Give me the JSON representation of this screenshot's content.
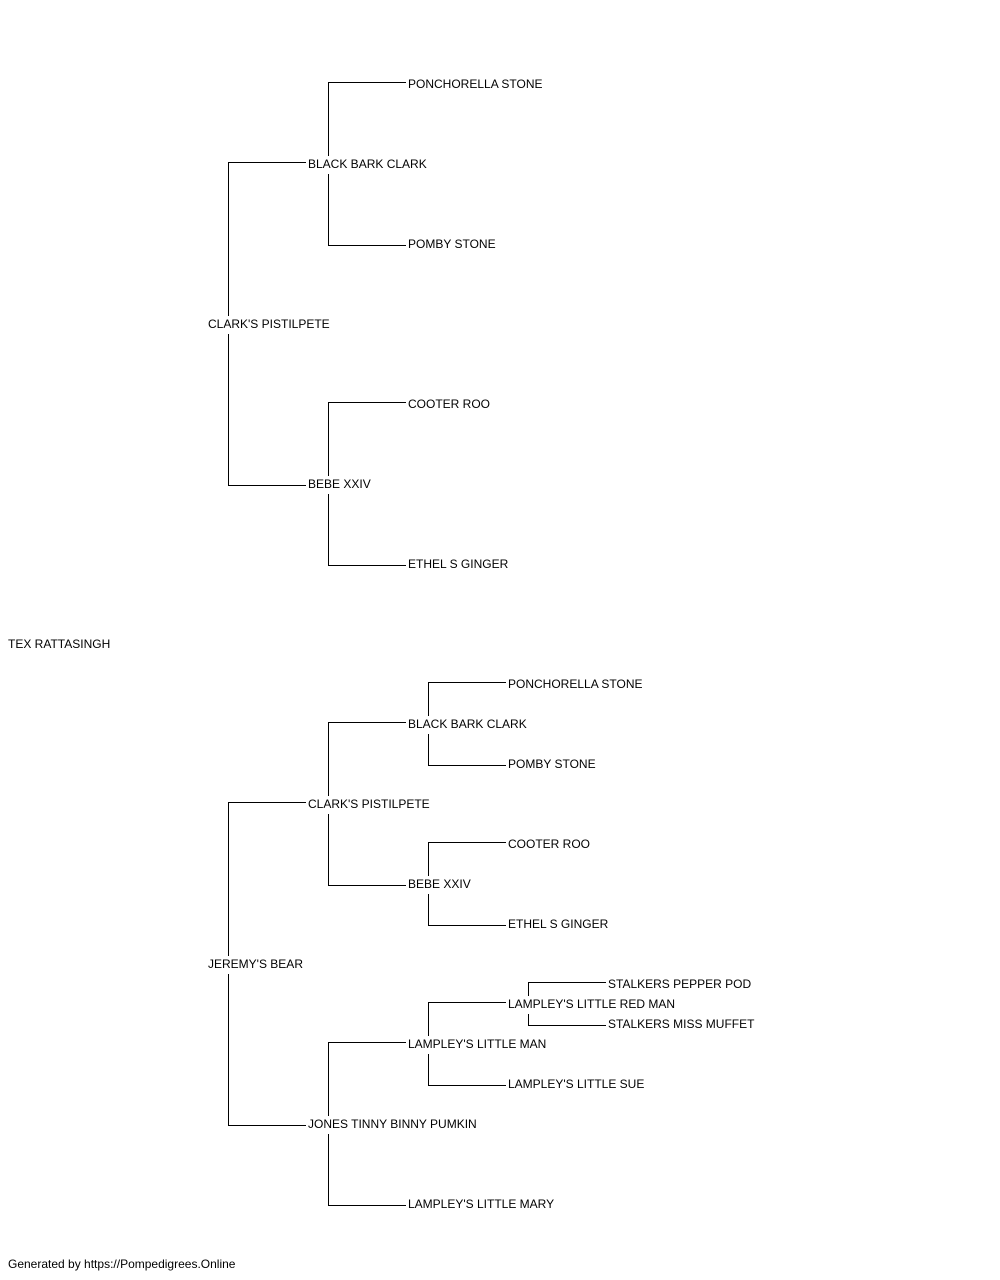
{
  "pedigree": {
    "name": "TEX RATTASINGH",
    "sire": {
      "name": "CLARK'S PISTILPETE",
      "sire": {
        "name": "BLACK BARK CLARK",
        "sire": {
          "name": "PONCHORELLA STONE"
        },
        "dam": {
          "name": "POMBY STONE"
        }
      },
      "dam": {
        "name": "BEBE XXIV",
        "sire": {
          "name": "COOTER ROO"
        },
        "dam": {
          "name": "ETHEL S GINGER"
        }
      }
    },
    "dam": {
      "name": "JEREMY'S BEAR",
      "sire": {
        "name": "CLARK'S PISTILPETE",
        "sire": {
          "name": "BLACK BARK CLARK",
          "sire": {
            "name": "PONCHORELLA STONE"
          },
          "dam": {
            "name": "POMBY STONE"
          }
        },
        "dam": {
          "name": "BEBE XXIV",
          "sire": {
            "name": "COOTER ROO"
          },
          "dam": {
            "name": "ETHEL S GINGER"
          }
        }
      },
      "dam": {
        "name": "JONES TINNY BINNY PUMKIN",
        "sire": {
          "name": "LAMPLEY'S LITTLE MAN",
          "sire": {
            "name": "LAMPLEY'S LITTLE RED MAN",
            "sire": {
              "name": "STALKERS PEPPER POD"
            },
            "dam": {
              "name": "STALKERS MISS MUFFET"
            }
          },
          "dam": {
            "name": "LAMPLEY'S LITTLE SUE"
          }
        },
        "dam": {
          "name": "LAMPLEY'S LITTLE MARY"
        }
      }
    }
  },
  "footer": {
    "text": "Generated by https://Pompedigrees.Online"
  }
}
